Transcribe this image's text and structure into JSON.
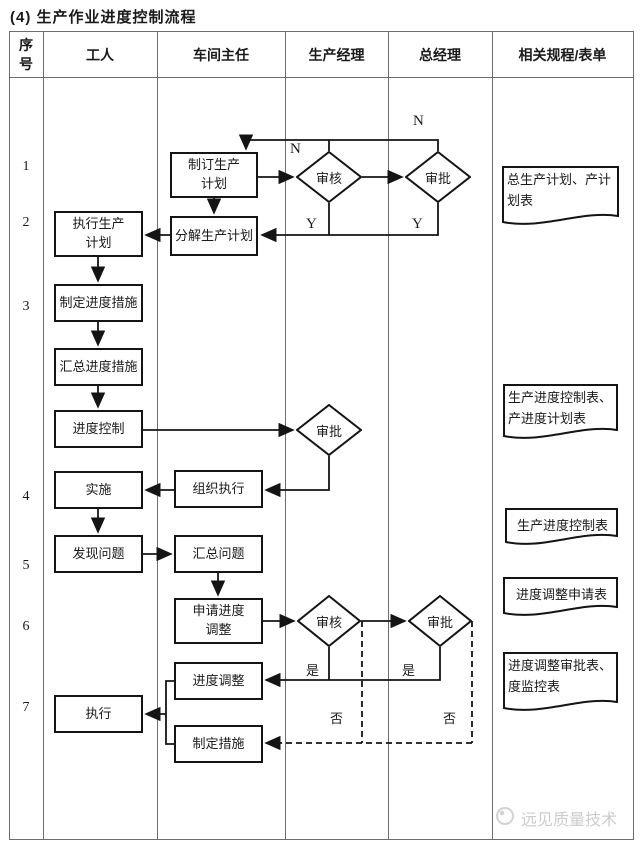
{
  "title": "(4) 生产作业进度控制流程",
  "table": {
    "headers": [
      "序号",
      "工人",
      "车间主任",
      "生产经理",
      "总经理",
      "相关规程/表单"
    ],
    "row_numbers": [
      "1",
      "2",
      "3",
      "4",
      "5",
      "6",
      "7"
    ]
  },
  "flow": {
    "boxes": [
      {
        "label": "制订生产\n计划"
      },
      {
        "label": "执行生产\n计划"
      },
      {
        "label": "分解生产计划"
      },
      {
        "label": "制定进度措施"
      },
      {
        "label": "汇总进度措施"
      },
      {
        "label": "进度控制"
      },
      {
        "label": "组织执行"
      },
      {
        "label": "实施"
      },
      {
        "label": "发现问题"
      },
      {
        "label": "汇总问题"
      },
      {
        "label": "申请进度\n调整"
      },
      {
        "label": "进度调整"
      },
      {
        "label": "执行"
      },
      {
        "label": "制定措施"
      }
    ],
    "diamonds": [
      {
        "label": "审核"
      },
      {
        "label": "审批"
      },
      {
        "label": "审批"
      },
      {
        "label": "审核"
      },
      {
        "label": "审批"
      }
    ],
    "documents": [
      {
        "label": "总生产计划、产计划表"
      },
      {
        "label": "生产进度控制表、产进度计划表"
      },
      {
        "label": "生产进度控制表"
      },
      {
        "label": "进度调整申请表"
      },
      {
        "label": "进度调整审批表、度监控表"
      }
    ],
    "edge_labels": {
      "n": "N",
      "y": "Y",
      "yes": "是",
      "no": "否"
    }
  },
  "watermark": {
    "text": "远见质量技术",
    "icon": "bird-logo-icon"
  }
}
